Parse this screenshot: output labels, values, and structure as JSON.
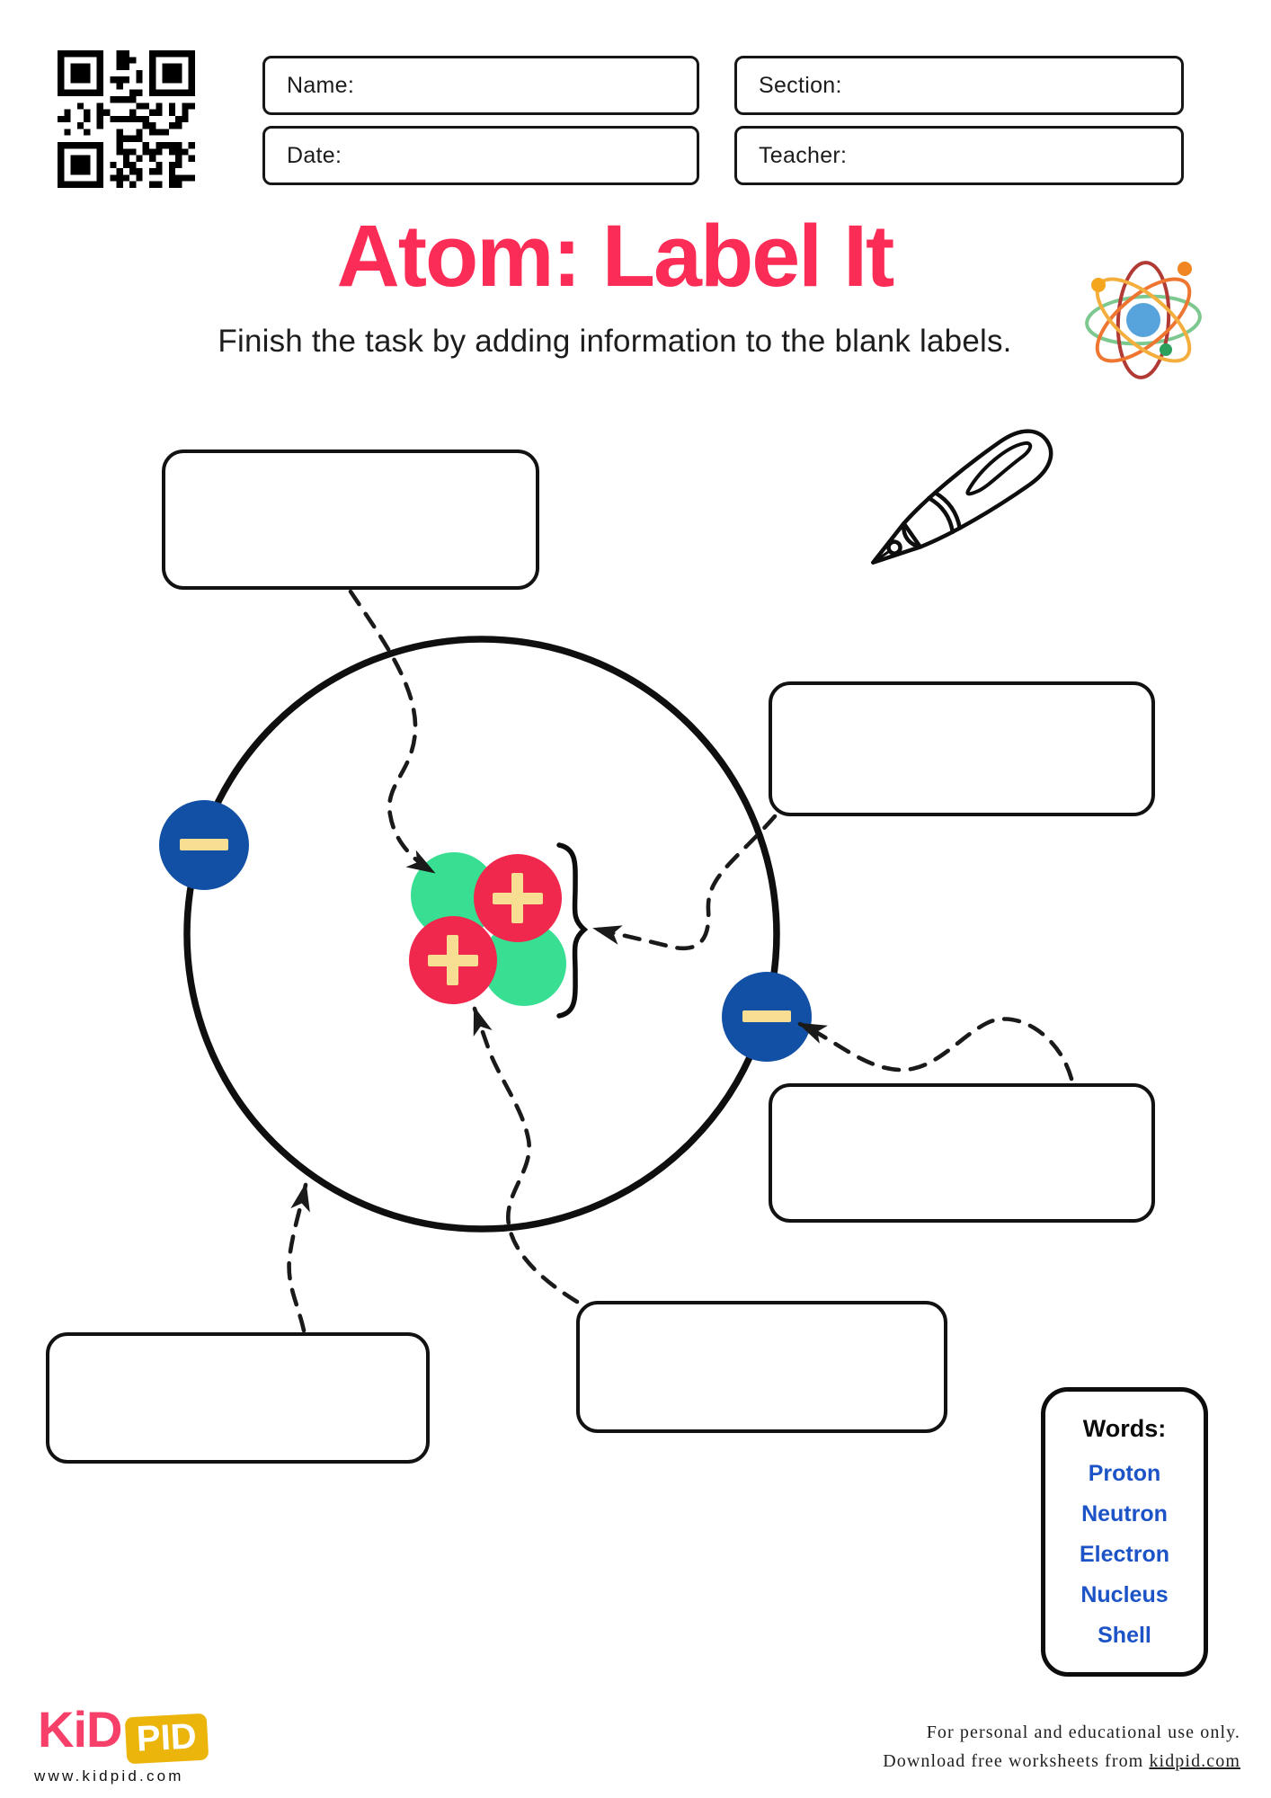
{
  "header": {
    "fields": [
      {
        "id": "name",
        "label": "Name:"
      },
      {
        "id": "section",
        "label": "Section:"
      },
      {
        "id": "date",
        "label": "Date:"
      },
      {
        "id": "teacher",
        "label": "Teacher:"
      }
    ]
  },
  "title": {
    "text": "Atom: Label It",
    "color": "#FB2C55"
  },
  "subtitle": "Finish the task by adding information to the blank labels.",
  "diagram": {
    "blank_label_positions": [
      "top-left",
      "upper-right",
      "mid-right",
      "bottom-center",
      "bottom-left"
    ],
    "particles": {
      "protons": 2,
      "neutrons": 2,
      "electrons": 2
    },
    "proton_symbol": "+",
    "electron_symbol": "-",
    "colors": {
      "shell": "#0f0f0f",
      "proton": "#F0284E",
      "neutron": "#38DF92",
      "electron": "#1150A5",
      "symbol": "#F8DE92",
      "connector": "#1a1a1a"
    }
  },
  "word_bank": {
    "title": "Words:",
    "words": [
      "Proton",
      "Neutron",
      "Electron",
      "Nucleus",
      "Shell"
    ],
    "word_color": "#1C53C6"
  },
  "footer": {
    "logo_kid": "KiD",
    "logo_pid": "PID",
    "logo_kid_color": "#F64069",
    "logo_pid_bg": "#ECB50B",
    "website": "www.kidpid.com",
    "note_line1": "For personal and educational use only.",
    "note_line2_prefix": "Download free worksheets from ",
    "note_link": "kidpid.com"
  }
}
